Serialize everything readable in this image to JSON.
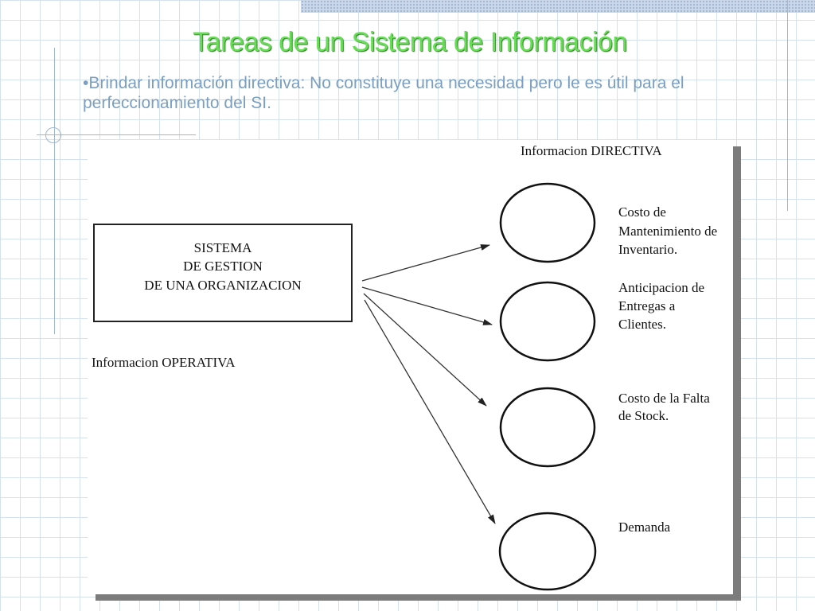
{
  "slide": {
    "title": "Tareas de un Sistema de Información",
    "bullet": "•Brindar información directiva: No constituye una necesidad pero le es útil para el perfeccionamiento del SI."
  },
  "diagram": {
    "box_lines": [
      "SISTEMA",
      "DE GESTION",
      "DE UNA ORGANIZACION"
    ],
    "label_operativa": "Informacion OPERATIVA",
    "label_directiva": "Informacion DIRECTIVA",
    "outputs": [
      {
        "lines": [
          "Costo de",
          "Mantenimiento de",
          "Inventario."
        ]
      },
      {
        "lines": [
          "Anticipacion de",
          "Entregas a",
          "Clientes."
        ]
      },
      {
        "lines": [
          "Costo de la Falta",
          "de Stock."
        ]
      },
      {
        "lines": [
          "Demanda"
        ]
      }
    ]
  }
}
